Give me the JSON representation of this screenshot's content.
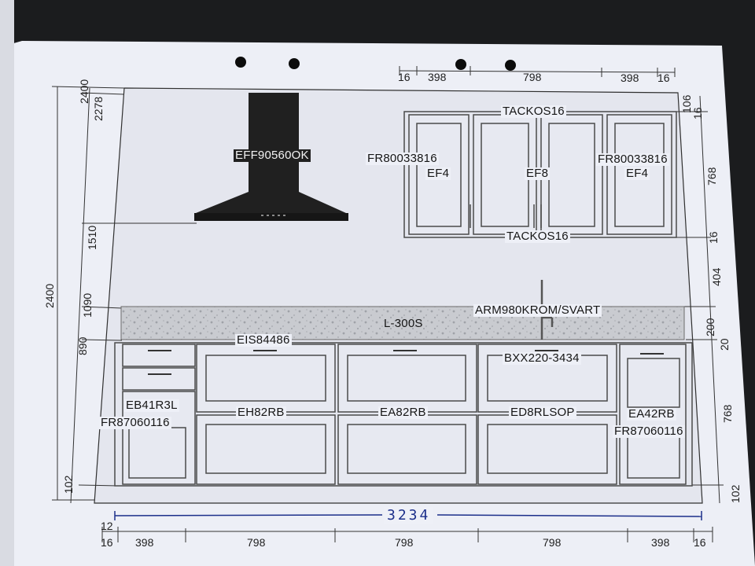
{
  "appliances": {
    "hood_model": "EFF90560OK",
    "countertop": "L-300S",
    "faucet": "ARM980KROM/SVART",
    "dishwasher_panel": "EIS84486",
    "sink_base": "BXX220-3434"
  },
  "wall_cabinets": {
    "top_plinth": "TACKOS16",
    "bottom_plinth": "TACKOS16",
    "left_door_code": "FR80033816",
    "left_frame": "EF4",
    "middle_frame": "EF8",
    "right_door_code": "FR80033816",
    "right_frame": "EF4"
  },
  "base_cabinets": {
    "drawer_unit": "EB41R3L",
    "drawer_door": "FR87060116",
    "unit_2": "EH82RB",
    "unit_3": "EA82RB",
    "unit_4": "ED8RLSOP",
    "unit_5": "EA42RB",
    "unit_5_door": "FR87060116"
  },
  "top_dimensions": [
    "16",
    "398",
    "798",
    "398",
    "16"
  ],
  "bottom_dimensions": [
    "16",
    "398",
    "798",
    "798",
    "798",
    "398",
    "16"
  ],
  "bottom_offset": "12",
  "handwritten_total": "3234",
  "left_total_height": "2400",
  "left_heights": [
    "2400",
    "2278",
    "1510",
    "1090",
    "890",
    "102"
  ],
  "right_heights": [
    "106",
    "16",
    "768",
    "16",
    "404",
    "200",
    "20",
    "768",
    "102"
  ]
}
